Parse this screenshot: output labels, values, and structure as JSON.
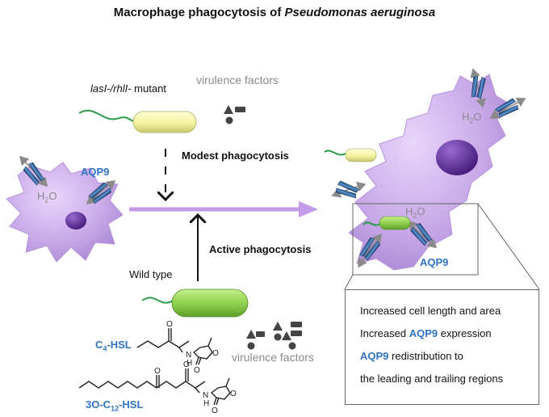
{
  "title": {
    "prefix": "Macrophage phagocytosis of ",
    "organism": "Pseudomonas aeruginosa"
  },
  "top_strain": {
    "genotype": "lasI-/rhlI-",
    "suffix": " mutant"
  },
  "virulence_label": "virulence factors",
  "modest_label": "Modest phagocytosis",
  "active_label": "Active phagocytosis",
  "wild_type_label": "Wild type",
  "left_cell": {
    "aqp9": "AQP9",
    "water": {
      "base": "H",
      "sub": "2",
      "rest": "O"
    }
  },
  "right_cell": {
    "aqp9": "AQP9",
    "water_top": {
      "base": "H",
      "sub": "2",
      "rest": "O"
    },
    "water_mid": {
      "base": "H",
      "sub": "2",
      "rest": "O"
    }
  },
  "molecules": {
    "c4": {
      "pre": "C",
      "sub": "4",
      "post": "-HSL"
    },
    "c12": {
      "pre": "3O-C",
      "sub": "12",
      "post": "-HSL"
    },
    "hetero_n": "N",
    "hetero_h": "H",
    "hetero_o": "O"
  },
  "info_box": {
    "line1": "Increased cell length and area",
    "line2_pre": "Increased ",
    "line2_aqp": "AQP9",
    "line2_post": " expression",
    "line3_aqp": "AQP9",
    "line3_post": " redistribution to",
    "line4": "the leading and trailing regions"
  },
  "colors": {
    "macrophage": "#c8a8e8",
    "nucleus": "#5a2a92",
    "wild_type_bacterium": "#8fd14f",
    "mutant_bacterium": "#f3f3a0",
    "aqp9_text": "#2f73c5",
    "arrow": "#c39be8"
  }
}
